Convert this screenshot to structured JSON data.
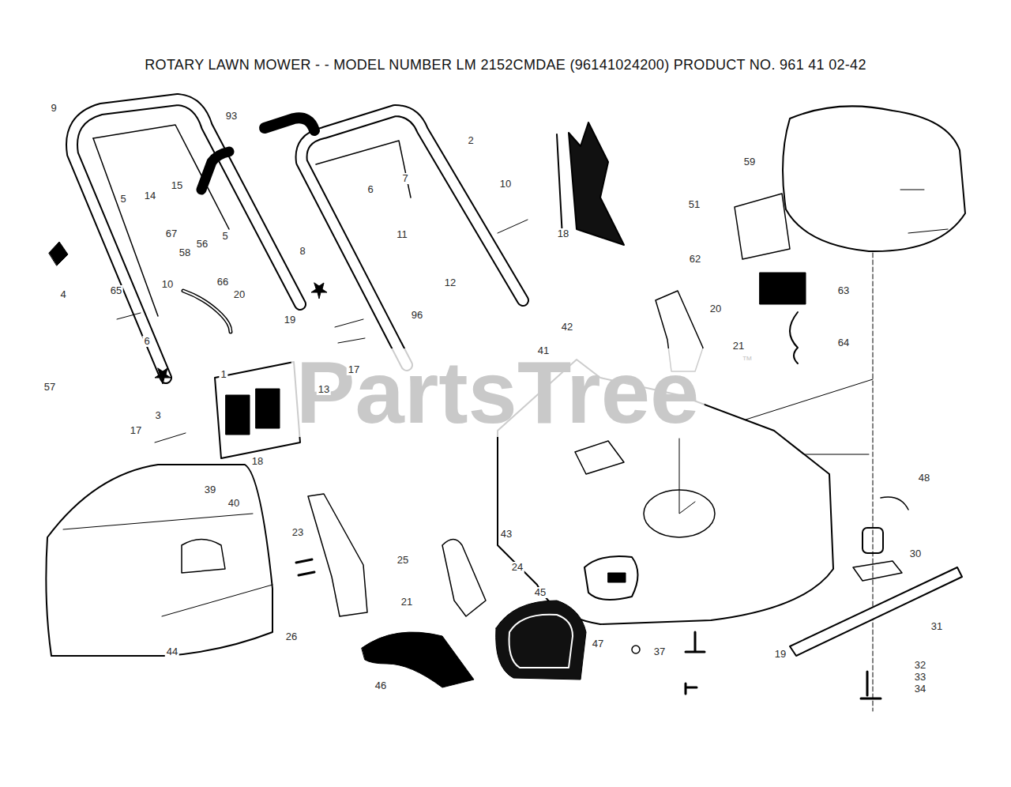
{
  "diagram": {
    "title": "ROTARY LAWN MOWER - - MODEL NUMBER LM 2152CMDAE (96141024200) PRODUCT NO. 961 41 02-42",
    "labels": [
      "PartsTree",
      "™",
      "9",
      "93",
      "2",
      "59",
      "5",
      "14",
      "15",
      "67",
      "58",
      "56",
      "5",
      "10",
      "66",
      "20",
      "4",
      "65",
      "6",
      "8",
      "19",
      "1",
      "13",
      "57",
      "3",
      "17",
      "18",
      "6",
      "7",
      "11",
      "12",
      "96",
      "17",
      "10",
      "18",
      "51",
      "62",
      "63",
      "64",
      "20",
      "21",
      "42",
      "41",
      "39",
      "40",
      "23",
      "25",
      "21",
      "24",
      "43",
      "45",
      "26",
      "44",
      "46",
      "47",
      "37",
      "19",
      "48",
      "30",
      "31",
      "32",
      "33",
      "34"
    ]
  }
}
